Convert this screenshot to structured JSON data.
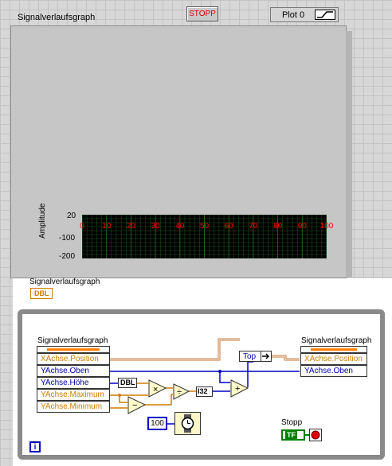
{
  "front_panel": {
    "graph_label": "Signalverlaufsgraph",
    "stop_button": "STOPP",
    "legend": {
      "plot_name": "Plot 0"
    },
    "y_axis_label": "Amplitude",
    "y_ticks": [
      "20",
      "-100",
      "-200"
    ],
    "x_ticks": [
      "0",
      "10",
      "20",
      "30",
      "40",
      "50",
      "60",
      "70",
      "80",
      "90",
      "100"
    ],
    "colors": {
      "plot_bg": "#000000",
      "grid": "#1f6b1f",
      "x_tick_text": "#ff0000"
    }
  },
  "block_diagram": {
    "terminal_label": "Signalverlaufsgraph",
    "terminal_type": "DBL",
    "read_node": {
      "title": "Signalverlaufsgraph",
      "items": [
        "XAchse.Position",
        "YAchse.Oben",
        "YAchse.Höhe",
        "YAchse.Maximum",
        "YAchse.Minimum"
      ]
    },
    "write_node": {
      "title": "Signalverlaufsgraph",
      "items": [
        "XAchse.Position",
        "YAchse.Oben"
      ]
    },
    "cluster_field": "Top",
    "dbl_label": "DBL",
    "i32_label": "I32",
    "ops": {
      "multiply": "×",
      "divide": "÷",
      "subtract": "−",
      "add": "+"
    },
    "wait_constant": "100",
    "stop_label": "Stopp",
    "stop_terminal": "TF",
    "info_icon": "i"
  }
}
